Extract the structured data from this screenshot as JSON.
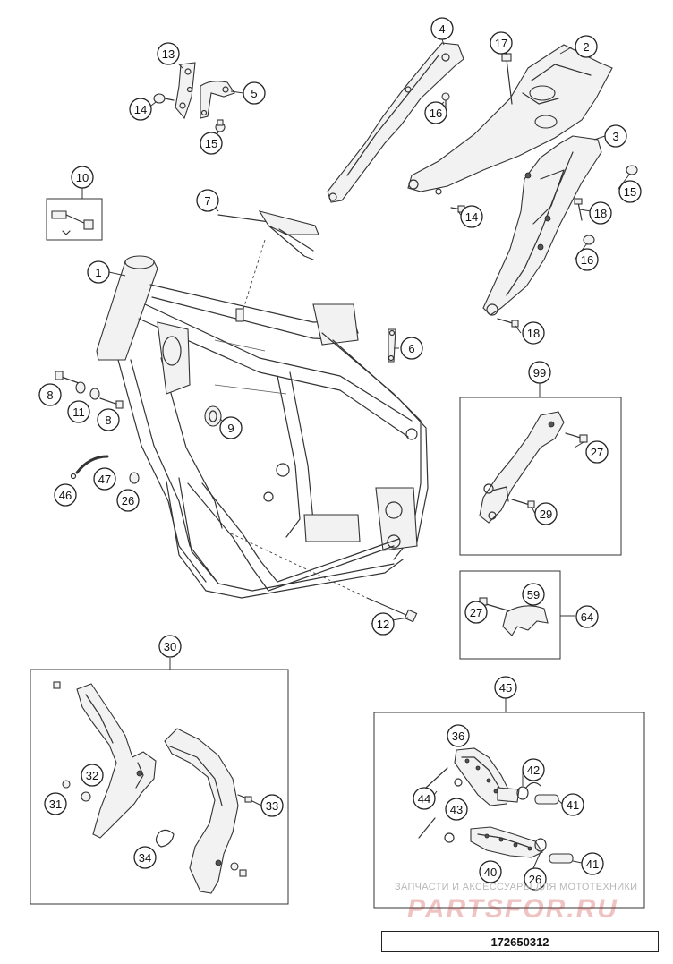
{
  "diagram": {
    "document_number": "172650312",
    "watermark": {
      "line1": "ЗАПЧАСТИ И АКСЕССУАРЫ ДЛЯ МОТОТЕХНИКИ",
      "line2": "PARTSFOR.RU"
    },
    "callouts": [
      "1",
      "2",
      "3",
      "4",
      "5",
      "6",
      "7",
      "8",
      "8",
      "9",
      "10",
      "11",
      "12",
      "13",
      "14",
      "14",
      "15",
      "15",
      "16",
      "16",
      "17",
      "18",
      "18",
      "26",
      "26",
      "27",
      "27",
      "29",
      "30",
      "31",
      "32",
      "33",
      "34",
      "36",
      "40",
      "41",
      "41",
      "42",
      "43",
      "44",
      "45",
      "46",
      "47",
      "59",
      "64",
      "99"
    ],
    "groups": {
      "box_99": "99",
      "box_64": "64",
      "box_30": "30",
      "box_45": "45"
    }
  }
}
